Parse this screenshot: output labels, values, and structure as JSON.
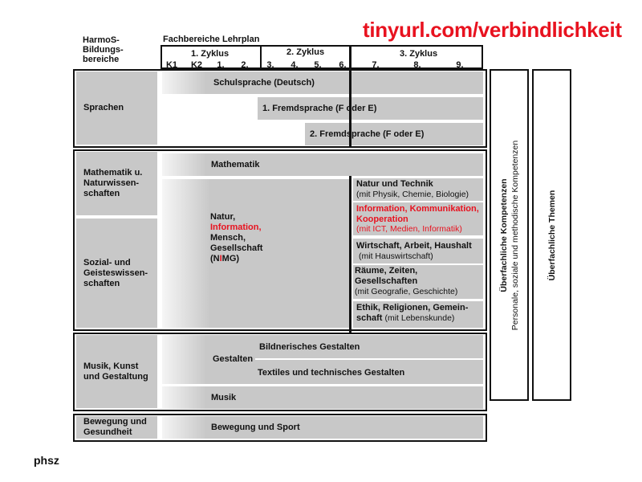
{
  "url": "tinyurl.com/verbindlichkeit",
  "footer": "phsz",
  "header": {
    "left": [
      "HarmoS-",
      "Bildungs-",
      "bereiche"
    ],
    "right": "Fachbereiche Lehrplan"
  },
  "cycles": [
    "1. Zyklus",
    "2. Zyklus",
    "3. Zyklus"
  ],
  "grades": [
    "K1",
    "K2",
    "1.",
    "2.",
    "3.",
    "4.",
    "5.",
    "6.",
    "7.",
    "8.",
    "9."
  ],
  "areas": {
    "sprachen": "Sprachen",
    "mathe": [
      "Mathematik u.",
      "Naturwissen-",
      "schaften"
    ],
    "sozial": [
      "Sozial- und",
      "Geisteswissen-",
      "schaften"
    ],
    "musik": [
      "Musik, Kunst",
      "und Gestaltung"
    ],
    "bewegung": [
      "Bewegung und",
      "Gesundheit"
    ]
  },
  "bars": {
    "schulsprache": "Schulsprache (Deutsch)",
    "fremd1": "1. Fremdsprache (F oder E)",
    "fremd2": "2. Fremdsprache (F oder E)",
    "mathematik": "Mathematik",
    "nmg": {
      "l1": "Natur,",
      "l2": "Information,",
      "l3": "Mensch,",
      "l4": "Gesellschaft",
      "l5_pre": "(N",
      "l5_red": "I",
      "l5_post": "MG)"
    },
    "nt": {
      "title": "Natur und Technik",
      "sub": "(mit Physik, Chemie, Biologie)"
    },
    "ik": {
      "title1": "Information, Kommunikation,",
      "title2": "Kooperation",
      "sub": "(mit ICT, Medien, Informatik)"
    },
    "wah": {
      "title": "Wirtschaft, Arbeit, Haushalt",
      "sub": "(mit Hauswirtschaft)"
    },
    "rzg": {
      "title1": "Räume, Zeiten,",
      "title2": "Gesellschaften",
      "sub": "(mit Geografie, Geschichte)"
    },
    "erg": {
      "title1": "Ethik, Religionen, Gemein-",
      "title2": "schaft",
      "sub": "(mit Lebenskunde)"
    },
    "gestalten": "Gestalten",
    "bg": "Bildnerisches Gestalten",
    "ttg": "Textiles und technisches Gestalten",
    "musik": "Musik",
    "sport": "Bewegung und Sport"
  },
  "side": {
    "kompetenzen_title": "Überfachliche Kompetenzen",
    "kompetenzen_sub": "Personale, soziale und methodische Kompetenzen",
    "themen": "Überfachliche Themen"
  }
}
